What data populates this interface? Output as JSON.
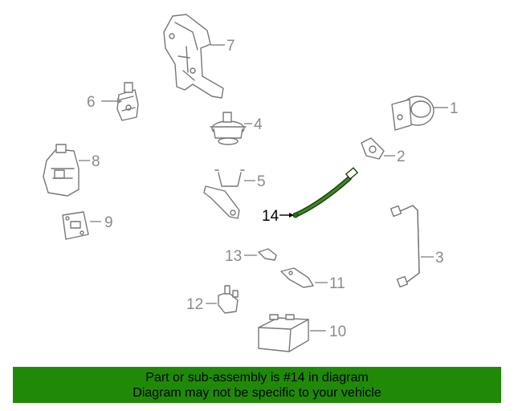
{
  "diagram": {
    "callouts": [
      {
        "id": "1",
        "label": "1"
      },
      {
        "id": "2",
        "label": "2"
      },
      {
        "id": "3",
        "label": "3"
      },
      {
        "id": "4",
        "label": "4"
      },
      {
        "id": "5",
        "label": "5"
      },
      {
        "id": "6",
        "label": "6"
      },
      {
        "id": "7",
        "label": "7"
      },
      {
        "id": "8",
        "label": "8"
      },
      {
        "id": "9",
        "label": "9"
      },
      {
        "id": "10",
        "label": "10"
      },
      {
        "id": "11",
        "label": "11"
      },
      {
        "id": "12",
        "label": "12"
      },
      {
        "id": "13",
        "label": "13"
      },
      {
        "id": "14",
        "label": "14"
      }
    ],
    "highlight_color": "#2e6b1c"
  },
  "banner": {
    "line1": "Part or sub-assembly is #14 in diagram",
    "line2": "Diagram may not be specific to your vehicle",
    "background": "#208a08"
  }
}
